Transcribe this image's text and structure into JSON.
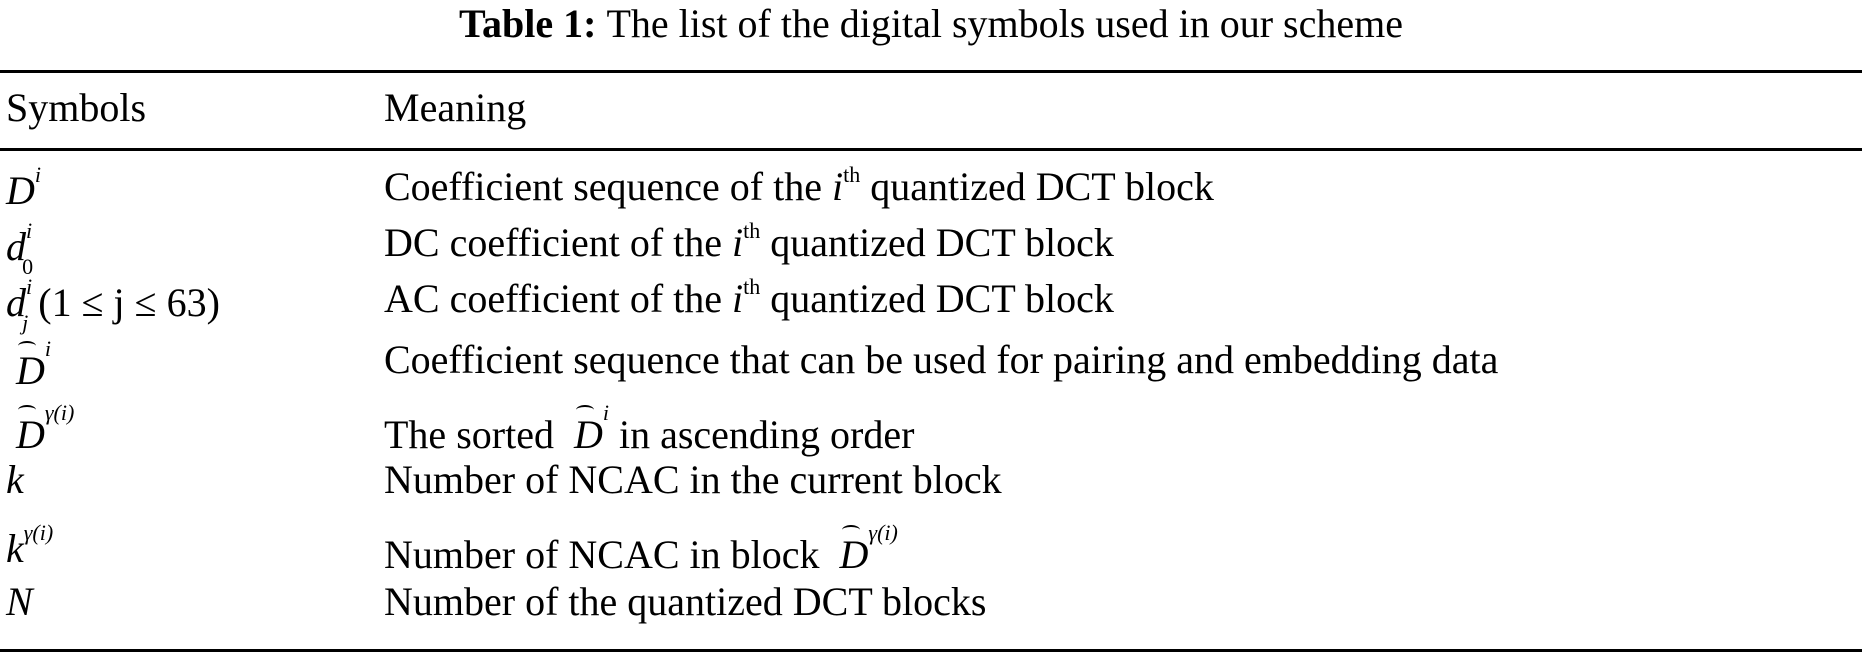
{
  "table": {
    "caption_label": "Table 1:",
    "caption_text": "The list of the digital symbols used in our scheme",
    "headers": [
      "Symbols",
      "Meaning"
    ],
    "rows": [
      {
        "symbol": "D^i",
        "meaning": "Coefficient sequence of the i^th quantized DCT block"
      },
      {
        "symbol": "d_0^i",
        "meaning": "DC coefficient of the i^th quantized DCT block"
      },
      {
        "symbol": "d_j^i (1 ≤ j ≤ 63)",
        "meaning": "AC coefficient of the i^th quantized DCT block"
      },
      {
        "symbol": "D̂^i",
        "meaning": "Coefficient sequence that can be used for pairing and embedding data"
      },
      {
        "symbol": "D̂^γ(i)",
        "meaning": "The sorted D̂^i in ascending order"
      },
      {
        "symbol": "k",
        "meaning": "Number of NCAC in the current block"
      },
      {
        "symbol": "k^γ(i)",
        "meaning": "Number of NCAC in block D̂^γ(i)"
      },
      {
        "symbol": "N",
        "meaning": "Number of the quantized DCT blocks"
      }
    ]
  },
  "parts": {
    "D": "D",
    "d": "d",
    "i": "i",
    "j": "j",
    "zero": "0",
    "k": "k",
    "N": "N",
    "th": "th",
    "gamma_i": "γ(i)",
    "range": "(1 ≤ j ≤ 63)",
    "m0a": "Coefficient sequence of the ",
    "m0b": " quantized DCT block",
    "m1a": "DC coefficient of the ",
    "m1b": " quantized DCT block",
    "m2a": "AC coefficient of the ",
    "m2b": " quantized DCT block",
    "m3": "Coefficient sequence that can be used for pairing and embedding data",
    "m4a": "The sorted ",
    "m4b": " in ascending order",
    "m5": "Number of NCAC in the current block",
    "m6a": "Number of NCAC in block ",
    "m7": "Number of the quantized DCT blocks"
  }
}
